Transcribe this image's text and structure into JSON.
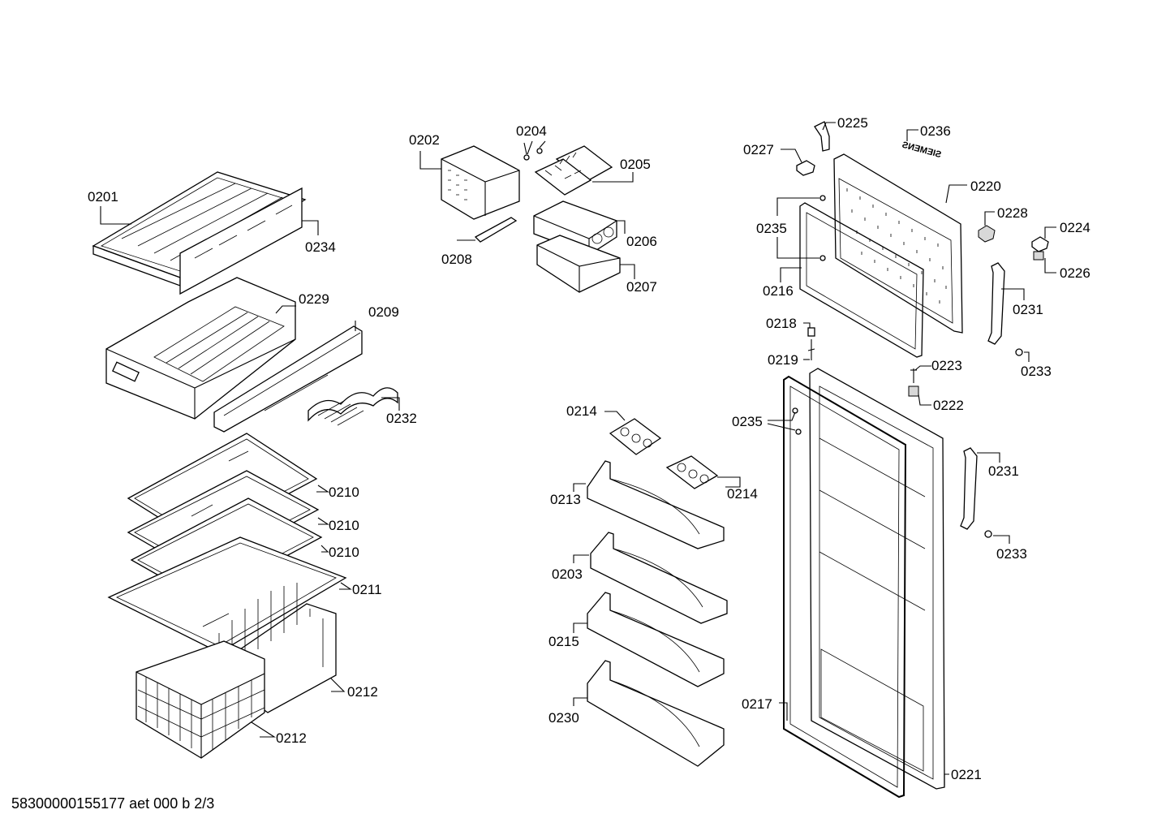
{
  "brand_mark": "SIEMENS",
  "footer": "58300000155177 aet 000 b 2/3",
  "labels": {
    "p0201": "0201",
    "p0202": "0202",
    "p0203": "0203",
    "p0204": "0204",
    "p0205": "0205",
    "p0206": "0206",
    "p0207": "0207",
    "p0208": "0208",
    "p0209": "0209",
    "p0210a": "0210",
    "p0210b": "0210",
    "p0210c": "0210",
    "p0211": "0211",
    "p0212a": "0212",
    "p0212b": "0212",
    "p0213": "0213",
    "p0214a": "0214",
    "p0214b": "0214",
    "p0215": "0215",
    "p0216": "0216",
    "p0217": "0217",
    "p0218": "0218",
    "p0219": "0219",
    "p0220": "0220",
    "p0221": "0221",
    "p0222": "0222",
    "p0223": "0223",
    "p0224": "0224",
    "p0225": "0225",
    "p0226": "0226",
    "p0227": "0227",
    "p0228": "0228",
    "p0229": "0229",
    "p0230": "0230",
    "p0231a": "0231",
    "p0231b": "0231",
    "p0232": "0232",
    "p0233a": "0233",
    "p0233b": "0233",
    "p0234": "0234",
    "p0235a": "0235",
    "p0235b": "0235",
    "p0236": "0236"
  }
}
